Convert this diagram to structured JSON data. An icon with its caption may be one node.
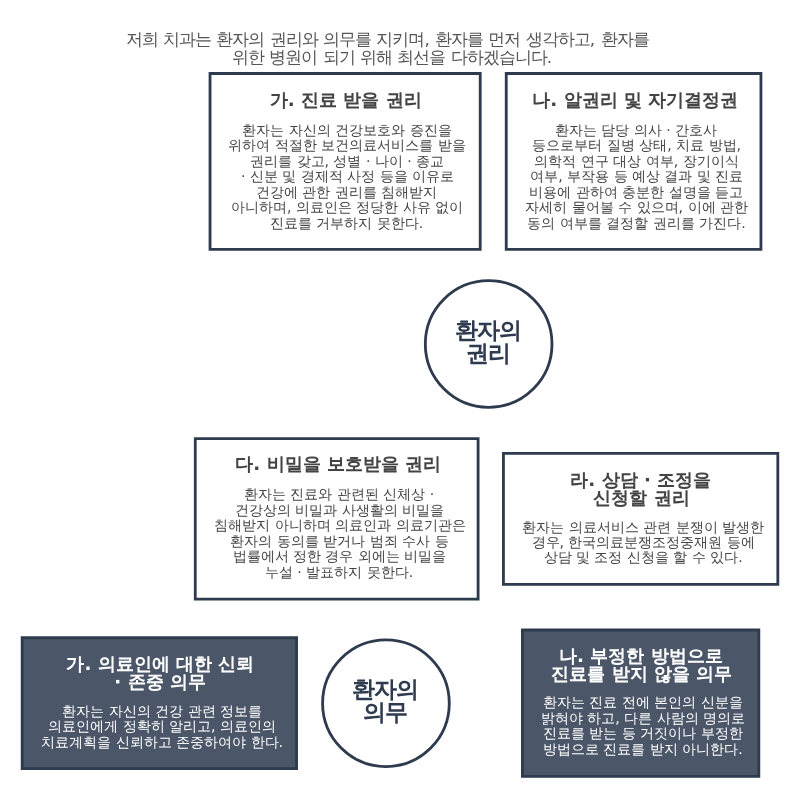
{
  "diagram": {
    "title": "저희 치과는 환자의 권리와 의무를 지키며, 환자를 먼저 생각하고, 환자를 위한 병원이 되기 위해 최선을 다하겠습니다.",
    "nodes": [
      {
        "text": [
          "가. 진료 받을 권리",
          "환자는 자신의 건강보호와 증진을 위하여 적절한 보건의료서비스를 받을 권리를 갖고, 성별 · 나이 · 종교 · 신분 및 경제적 사정 등을 이유로 건강에 관한 권리를 침해받지 아니하며, 의료인은 정당한 사유 없이 진료를 거부하지 못한다."
        ]
      },
      {
        "text": [
          "나. 알권리 및 자기결정권",
          "환자는 담당 의사 · 간호사 등으로부터 질병 상태, 치료 방법, 의학적 연구 대상 여부, 장기이식 여부, 부작용 등 예상 결과 및 진료 비용에 관하여 충분한 설명을 듣고 자세히 물어볼 수 있으며, 이에 관한 동의 여부를 결정할 권리를 가진다."
        ]
      },
      {
        "text": [
          "환자의 권리"
        ]
      },
      {
        "text": [
          "다. 비밀을 보호받을 권리",
          "환자는 진료와 관련된 신체상 · 건강상의 비밀과 사생활의 비밀을 침해받지 아니하며 의료인과 의료기관은 환자의 동의를 받거나 범죄 수사 등 법률에서 정한 경우 외에는 비밀을 누설 · 발표하지 못한다."
        ]
      },
      {
        "text": [
          "라. 상담 · 조정을 신청할 권리",
          "환자는 의료서비스 관련 분쟁이 발생한 경우, 한국의료분쟁조정중재원 등에 상담 및 조정 신청을 할 수 있다."
        ]
      },
      {
        "text": [
          "가. 의료인에 대한 신뢰 · 존중 의무",
          "환자는 자신의 건강 관련 정보를 의료인에게 정확히 알리고, 의료인의 치료계획을 신뢰하고 존중하여야 한다."
        ]
      },
      {
        "text": [
          "환자의 의무"
        ]
      },
      {
        "text": [
          "나. 부정한 방법으로 진료를 받지 않을 의무",
          "환자는 진료 전에 본인의 신분을 밝혀야 하고, 다른 사람의 명의로 진료를 받는 등 거짓이나 부정한 방법으로 진료를 받지 아니한다."
        ]
      }
    ]
  }
}
